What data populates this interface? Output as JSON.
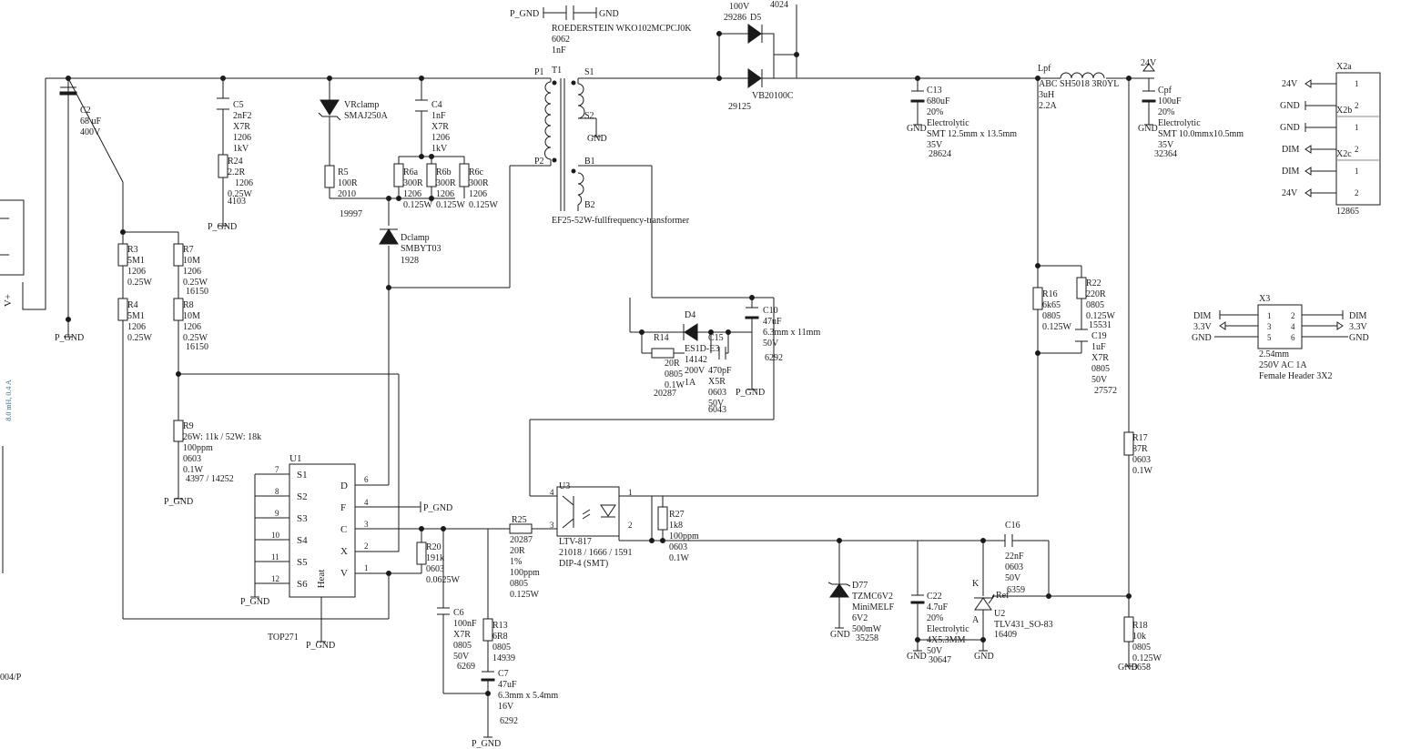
{
  "labels": {
    "l01": "P_GND",
    "l02": "GND",
    "l03": "ROEDERSTEIN WKO102MCPCJ0K",
    "l04": "6062",
    "l05": "1nF",
    "l06": "100V",
    "l07": "D5",
    "l08": "29286",
    "l09": "4024",
    "l10": "VB20100C",
    "l11": "29125",
    "l12": "P1",
    "l13": "T1",
    "l14": "S1",
    "l15": "S2",
    "l16": "GND",
    "l17": "P2",
    "l18": "B1",
    "l19": "B2",
    "l20": "EF25-52W-fullfrequency-transformer",
    "l21": "C2",
    "l22": "68 uF",
    "l23": "400V",
    "l24": "C5",
    "l25": "2nF2",
    "l26": "X7R",
    "l27": "1206",
    "l28": "1kV",
    "l29": "R24",
    "l30": "2.2R",
    "l31": "1206",
    "l32": "0.25W",
    "l33": "4103",
    "l34": "P_GND",
    "l35": "VRclamp",
    "l36": "SMAJ250A",
    "l37": "C4",
    "l38": "1nF",
    "l39": "X7R",
    "l40": "1206",
    "l41": "1kV",
    "l42": "R5",
    "l43": "100R",
    "l44": "2010",
    "l45": "19997",
    "l46": "R6a",
    "l47": "300R",
    "l48": "1206",
    "l49": "0.125W",
    "l50": "R6b",
    "l51": "300R",
    "l52": "1206",
    "l53": "0.125W",
    "l54": "R6c",
    "l55": "300R",
    "l56": "1206",
    "l57": "0.125W",
    "l58": "Dclamp",
    "l59": "SMBYT03",
    "l60": "1928",
    "l61": "R3",
    "l62": "5M1",
    "l63": "1206",
    "l64": "0.25W",
    "l65": "R4",
    "l66": "5M1",
    "l67": "1206",
    "l68": "0.25W",
    "l69": "R7",
    "l70": "10M",
    "l71": "1206",
    "l72": "0.25W",
    "l73": "16150",
    "l74": "R8",
    "l75": "10M",
    "l76": "1206",
    "l77": "0.25W",
    "l78": "16150",
    "l79": "P_GND",
    "l80": "V+",
    "l81": "8.0 mH, 0.4 A",
    "l82": "R9",
    "l83": "26W: 11k / 52W: 18k",
    "l84": "100ppm",
    "l85": "0603",
    "l86": "0.1W",
    "l87": "4397 / 14252",
    "l88": "P_GND",
    "l89": "U1",
    "l90": "S1",
    "l91": "S2",
    "l92": "S3",
    "l93": "S4",
    "l94": "S5",
    "l95": "S6",
    "l96": "D",
    "l97": "F",
    "l98": "C",
    "l99": "X",
    "l100": "V",
    "l101": "Heat",
    "l102": "7",
    "l103": "8",
    "l104": "9",
    "l105": "10",
    "l106": "11",
    "l107": "12",
    "l108": "6",
    "l109": "4",
    "l110": "3",
    "l111": "2",
    "l112": "1",
    "l113": "P_GND",
    "l114": "TOP271",
    "l115": "P_GND",
    "l116": "P_GND",
    "l117": "004/P",
    "l118": "R20",
    "l119": "191k",
    "l120": "0603",
    "l121": "0.0625W",
    "l122": "C6",
    "l123": "100nF",
    "l124": "X7R",
    "l125": "0805",
    "l126": "50V",
    "l127": "6269",
    "l128": "R13",
    "l129": "6R8",
    "l130": "0805",
    "l131": "14939",
    "l132": "C7",
    "l133": "47uF",
    "l134": "6.3mm x 5.4mm",
    "l135": "16V",
    "l136": "6292",
    "l137": "P_GND",
    "l138": "R25",
    "l139": "20287",
    "l140": "20R",
    "l141": "1%",
    "l142": "100ppm",
    "l143": "0805",
    "l144": "0.125W",
    "l145": "U3",
    "l146": "4",
    "l147": "1",
    "l148": "3",
    "l149": "2",
    "l150": "LTV-817",
    "l151": "21018 / 1666 / 1591",
    "l152": "DIP-4 (SMT)",
    "l153": "R27",
    "l154": "1k8",
    "l155": "100ppm",
    "l156": "0603",
    "l157": "0.1W",
    "l158": "D4",
    "l159": "R14",
    "l160": "ES1D-E3",
    "l161": "14142",
    "l162": "200V",
    "l163": "1A",
    "l164": "20R",
    "l165": "0805",
    "l166": "0.1W",
    "l167": "20287",
    "l168": "C15",
    "l169": "470pF",
    "l170": "X5R",
    "l171": "0603",
    "l172": "50V",
    "l173": "6043",
    "l174": "C10",
    "l175": "47uF",
    "l176": "6.3mm x 11mm",
    "l177": "50V",
    "l178": "6292",
    "l179": "P_GND",
    "l180": "C13",
    "l181": "680uF",
    "l182": "20%",
    "l183": "Electrolytic",
    "l184": "SMT 12.5mm x 13.5mm",
    "l185": "35V",
    "l186": "28624",
    "l187": "GND",
    "l188": "Lpf",
    "l189": "ABC SH5018 3R0YL",
    "l190": "3uH",
    "l191": "2.2A",
    "l192": "24V",
    "l193": "Cpf",
    "l194": "100uF",
    "l195": "20%",
    "l196": "Electrolytic",
    "l197": "SMT 10.0mmx10.5mm",
    "l198": "35V",
    "l199": "32364",
    "l200": "GND",
    "l201": "R16",
    "l202": "6k65",
    "l203": "0805",
    "l204": "0.125W",
    "l205": "R22",
    "l206": "220R",
    "l207": "0805",
    "l208": "0.125W",
    "l209": "15531",
    "l210": "C19",
    "l211": "1uF",
    "l212": "X7R",
    "l213": "0805",
    "l214": "50V",
    "l215": "27572",
    "l216": "R17",
    "l217": "87R",
    "l218": "0603",
    "l219": "0.1W",
    "l220": "R18",
    "l221": "10k",
    "l222": "0805",
    "l223": "0.125W",
    "l224": "GND",
    "l225": "3658",
    "l226": "D77",
    "l227": "TZMC6V2",
    "l228": "MiniMELF",
    "l229": "6V2",
    "l230": "500mW",
    "l231": "35258",
    "l232": "GND",
    "l233": "C22",
    "l234": "4.7uF",
    "l235": "20%",
    "l236": "Electrolytic",
    "l237": "4X5.3MM",
    "l238": "50V",
    "l239": "30647",
    "l240": "GND",
    "l241": "C16",
    "l242": "22nF",
    "l243": "0603",
    "l244": "50V",
    "l245": "6359",
    "l246": "U2",
    "l247": "TLV431_SO-83",
    "l248": "16409",
    "l249": "K",
    "l250": "A",
    "l251": "Ref",
    "l252": "GND",
    "l253": "X2a",
    "l254": "X2b",
    "l255": "X2c",
    "l256": "24V",
    "l257": "GND",
    "l258": "GND",
    "l259": "DIM",
    "l260": "DIM",
    "l261": "24V",
    "l262": "1",
    "l263": "2",
    "l264": "1",
    "l265": "2",
    "l266": "1",
    "l267": "2",
    "l268": "12865",
    "l269": "X3",
    "l270": "DIM",
    "l271": "3.3V",
    "l272": "GND",
    "l273": "DIM",
    "l274": "3.3V",
    "l275": "GND",
    "l276": "1",
    "l277": "2",
    "l278": "3",
    "l279": "4",
    "l280": "5",
    "l281": "6",
    "l282": "2.54mm",
    "l283": "250V AC 1A",
    "l284": "Female Header 3X2"
  }
}
